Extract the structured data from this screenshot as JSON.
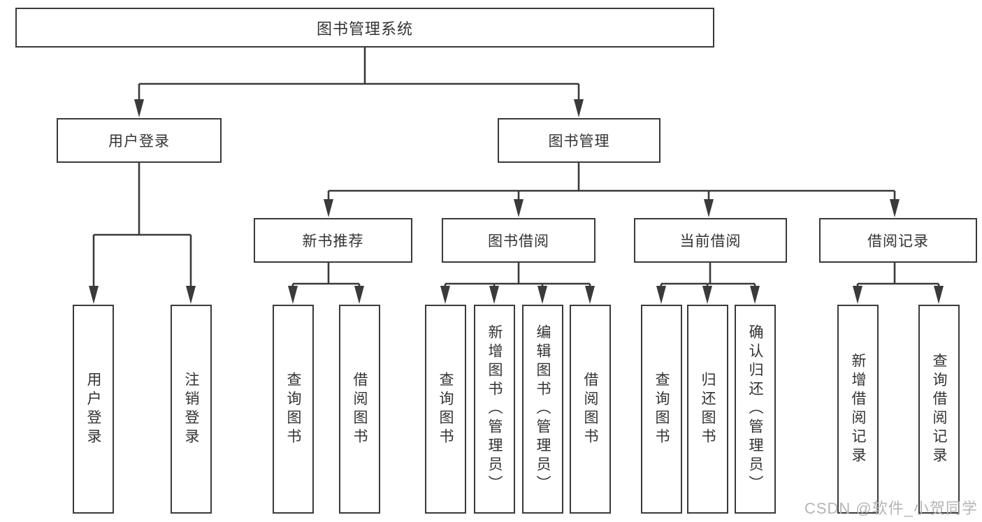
{
  "tree": {
    "root": {
      "label": "图书管理系统"
    },
    "level2": [
      {
        "label": "用户登录"
      },
      {
        "label": "图书管理"
      }
    ],
    "level3": [
      {
        "label": "新书推荐"
      },
      {
        "label": "图书借阅"
      },
      {
        "label": "当前借阅"
      },
      {
        "label": "借阅记录"
      }
    ],
    "groups": [
      {
        "parent": "用户登录",
        "children": [
          {
            "label": "用户登录"
          },
          {
            "label": "注销登录"
          }
        ]
      },
      {
        "parent": "新书推荐",
        "children": [
          {
            "label": "查询图书"
          },
          {
            "label": "借阅图书"
          }
        ]
      },
      {
        "parent": "图书借阅",
        "children": [
          {
            "label": "查询图书"
          },
          {
            "label": "新增图书（管理员）"
          },
          {
            "label": "编辑图书（管理员）"
          },
          {
            "label": "借阅图书"
          }
        ]
      },
      {
        "parent": "当前借阅",
        "children": [
          {
            "label": "查询图书"
          },
          {
            "label": "归还图书"
          },
          {
            "label": "确认归还（管理员）"
          }
        ]
      },
      {
        "parent": "借阅记录",
        "children": [
          {
            "label": "新增借阅记录"
          },
          {
            "label": "查询借阅记录"
          }
        ]
      }
    ]
  },
  "watermark": {
    "text": "CSDN @软件_小贺同学"
  },
  "colors": {
    "line": "#3a3a3a",
    "border": "#3a3a3a",
    "text": "#333333",
    "background": "#ffffff",
    "watermark": "#b5b5b5"
  }
}
